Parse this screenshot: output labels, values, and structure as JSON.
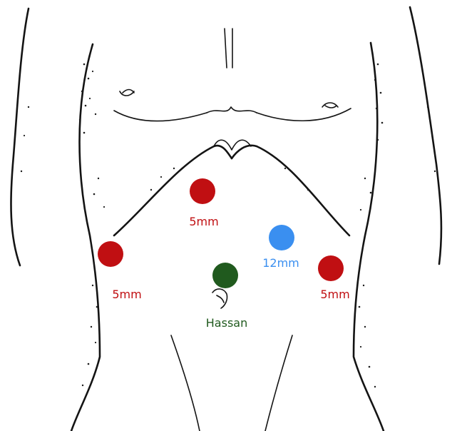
{
  "ports": [
    {
      "id": "epigastric",
      "label": "5mm",
      "color": "#c00f12"
    },
    {
      "id": "right-flank",
      "label": "5mm",
      "color": "#c00f12"
    },
    {
      "id": "left-flank",
      "label": "5mm",
      "color": "#c00f12"
    },
    {
      "id": "left-upper",
      "label": "12mm",
      "color": "#3a8ff0"
    },
    {
      "id": "umbilical",
      "label": "Hassan",
      "color": "#205a1e"
    }
  ],
  "icons": {
    "body": "torso-outline-icon",
    "nipple": "nipple-icon",
    "navel": "navel-icon",
    "port": "port-site-icon"
  }
}
